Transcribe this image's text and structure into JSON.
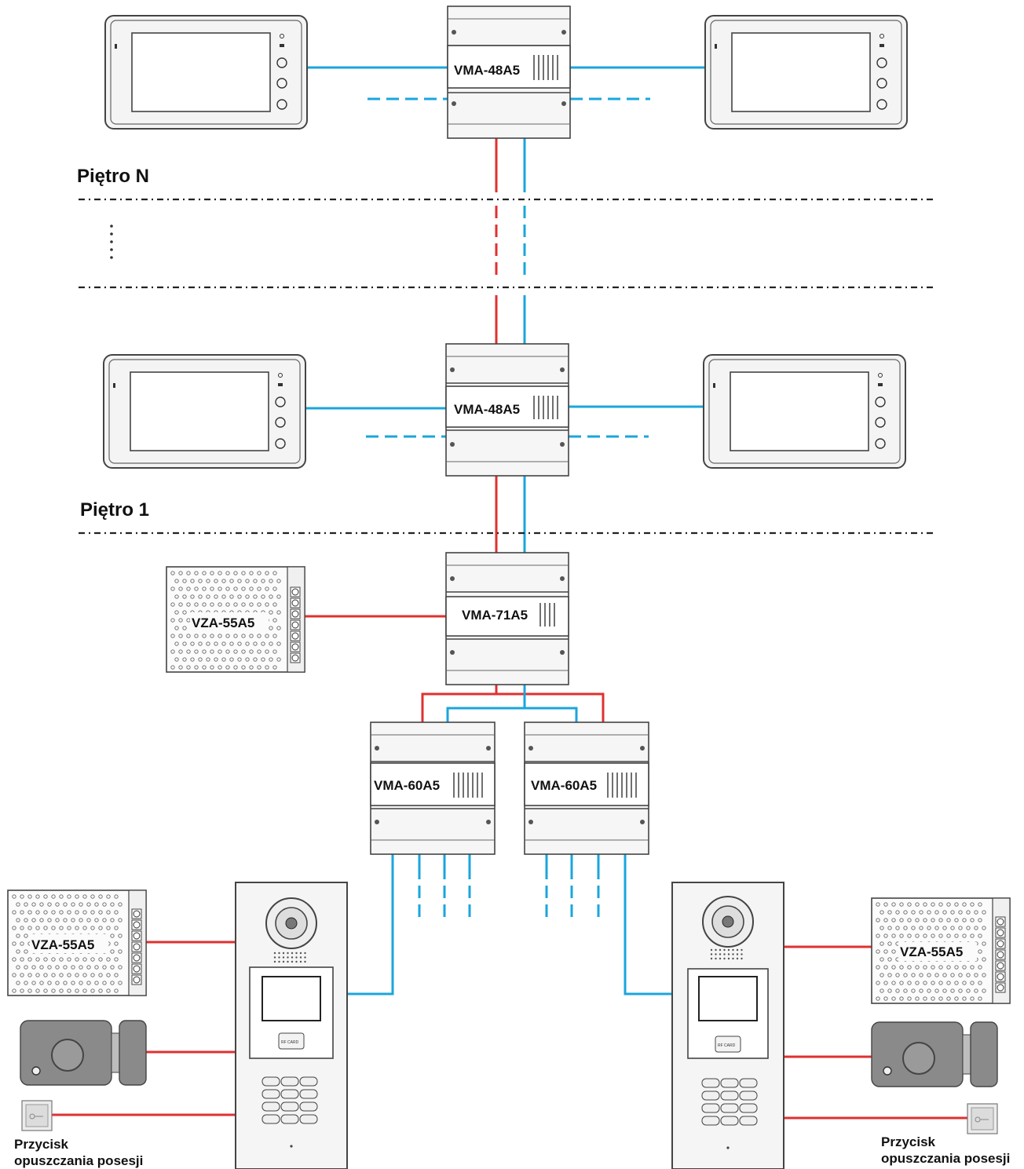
{
  "floors": {
    "top": "Piętro N",
    "first": "Piętro 1"
  },
  "modules": {
    "top_distributor": "VMA-48A5",
    "mid_distributor": "VMA-48A5",
    "controller": "VMA-71A5",
    "left_panel_module": "VMA-60A5",
    "right_panel_module": "VMA-60A5"
  },
  "power_supplies": {
    "center": "VZA-55A5",
    "left": "VZA-55A5",
    "right": "VZA-55A5"
  },
  "panel_card_label": {
    "left": "RF CARD",
    "right": "RF CARD"
  },
  "exit_button": {
    "left_line1": "Przycisk",
    "left_line2": "opuszczania posesji",
    "right_line1": "Przycisk",
    "right_line2": "opuszczania posesji"
  },
  "colors": {
    "power_wire": "#e03030",
    "signal_wire": "#1aa6dc",
    "device_outline": "#444444",
    "lock_body": "#8a8a8a"
  }
}
